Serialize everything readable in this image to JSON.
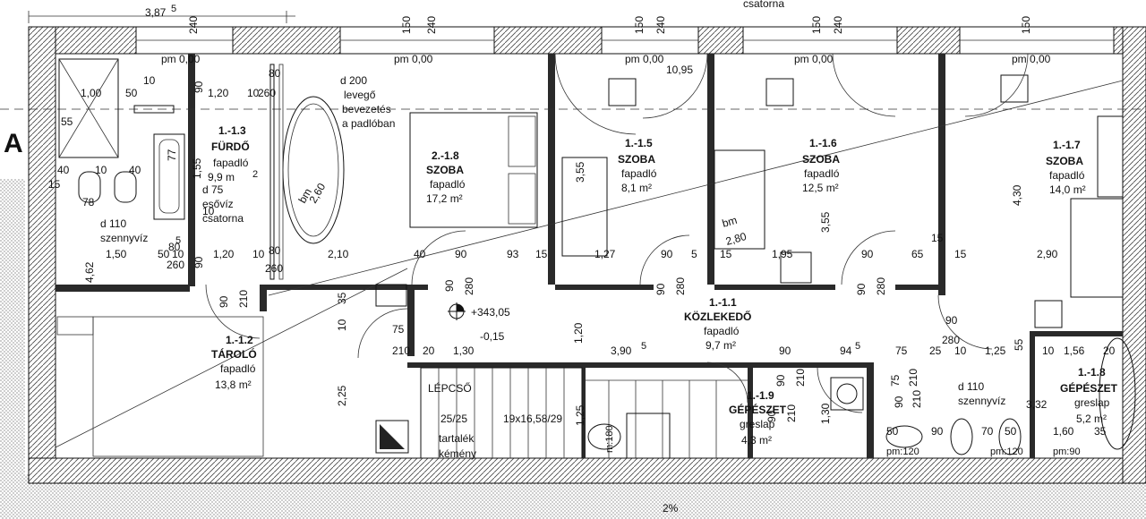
{
  "axis_marker": "A",
  "rooms": [
    {
      "code": "1.-1.3",
      "name": "FÜRDŐ",
      "floor": "fapadló",
      "area": "9,9 m"
    },
    {
      "code": "2.-1.8",
      "name": "SZOBA",
      "floor": "fapadló",
      "area": "17,2 m²"
    },
    {
      "code": "1.-1.5",
      "name": "SZOBA",
      "floor": "fapadló",
      "area": "8,1 m²"
    },
    {
      "code": "1.-1.6",
      "name": "SZOBA",
      "floor": "fapadló",
      "area": "12,5 m²"
    },
    {
      "code": "1.-1.7",
      "name": "SZOBA",
      "floor": "fapadló",
      "area": "14,0 m²"
    },
    {
      "code": "1.-1.1",
      "name": "KÖZLEKEDŐ",
      "floor": "fapadló",
      "area": "9,7 m²"
    },
    {
      "code": "1.-1.2",
      "name": "TÁROLÓ",
      "floor": "fapadló",
      "area": "13,8 m²"
    },
    {
      "code": "1.-1.9",
      "name": "GÉPÉSZET",
      "floor": "greslap",
      "area": "4,3 m²"
    },
    {
      "code": "1.-1.8",
      "name": "GÉPÉSZET",
      "floor": "greslap",
      "area": "5,2 m²"
    }
  ],
  "notes": {
    "area_sup": "2",
    "d200": "d 200",
    "levego": "levegő",
    "bevezetes": "bevezetés",
    "padloban": "a padlóban",
    "d75": "d 75",
    "esoviz": "esővíz",
    "csatorna": "csatorna",
    "csatorna_top": "csatorna",
    "d110a": "d 110",
    "szennyviz_a": "szennyvíz",
    "d110b": "d 110",
    "szennyviz_b": "szennyvíz",
    "elevation": "+343,05",
    "level": "-0,15",
    "lepcso": "LÉPCSŐ",
    "steps": "25/25",
    "step_size": "19x16,58/29",
    "tartalek": "tartalék",
    "kemeny": "kémény",
    "bm1": "bm",
    "bm1_val": "2,60",
    "bm2": "bm",
    "bm2_val": "2,80",
    "slope": "2%",
    "m180": "m:180"
  },
  "dims_top": [
    "3,87",
    "240",
    "150",
    "240",
    "150",
    "240",
    "150",
    "240",
    "150"
  ],
  "dims_top_sup": "5",
  "pm": [
    "pm 0,00",
    "pm 0,00",
    "pm 0,00",
    "pm 0,00",
    "pm 0,00"
  ],
  "dims": {
    "d1": "1,00",
    "d2": "50",
    "d3": "10",
    "d4": "90",
    "d5": "1,20",
    "d6": "10",
    "d7": "260",
    "d8": "80",
    "d9": "55",
    "d10": "1,55",
    "d11": "40",
    "d12": "10",
    "d13": "40",
    "d14": "15",
    "d15": "78",
    "d16": "80",
    "d17": "1,50",
    "d18": "50",
    "d19": "10",
    "d20": "90",
    "d21": "1,20",
    "d22": "10",
    "d23": "80",
    "d24": "2,10",
    "d25": "40",
    "d26": "90",
    "d27": "93",
    "d28": "15",
    "d29": "1,27",
    "d30": "90",
    "d31": "5",
    "d32": "15",
    "d33": "1,95",
    "d34": "90",
    "d35": "65",
    "d36": "15",
    "d37": "2,90",
    "d38": "260",
    "d39": "260",
    "d40": "4,62",
    "d41": "5",
    "d42": "3,55",
    "d43": "3,55",
    "d44": "4,30",
    "d45": "10,95",
    "d46": "77",
    "d47": "90",
    "d48": "210",
    "d49": "35",
    "d50": "10",
    "d51": "90",
    "d52": "280",
    "d53": "90",
    "d54": "280",
    "d55": "90",
    "d56": "280",
    "d57": "90",
    "d58": "280",
    "d59": "75",
    "d60": "210",
    "d61": "20",
    "d62": "1,30",
    "d63": "3,90",
    "d64": "5",
    "d65": "90",
    "d66": "94",
    "d67": "5",
    "d68": "75",
    "d69": "25",
    "d70": "10",
    "d71": "1,25",
    "d72": "55",
    "d73": "10",
    "d74": "1,56",
    "d75": "20",
    "d76": "90",
    "d77": "210",
    "d78": "90",
    "d79": "210",
    "d80": "75",
    "d81": "210",
    "d82": "1,20",
    "d83": "2,25",
    "d84": "1,25",
    "d85": "1,30",
    "d86": "3,32",
    "d87": "50",
    "d88": "90",
    "d89": "70",
    "d90": "50",
    "d91": "1,60",
    "d92": "35",
    "d93": "90",
    "d94": "210",
    "d95": "pm:120",
    "d96": "pm:120",
    "d97": "pm:90",
    "d98": "15",
    "d99": "10"
  }
}
